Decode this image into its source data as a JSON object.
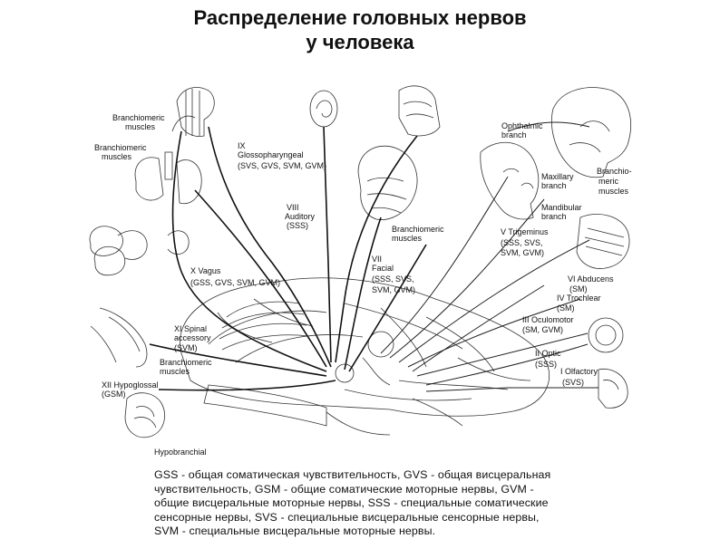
{
  "title": {
    "line1": "Распределение головных нервов",
    "line2": "у человека"
  },
  "labels": {
    "branchiomeric_1": [
      "Branchiomeric",
      "muscles"
    ],
    "branchiomeric_2": [
      "Branchiomeric",
      "muscles"
    ],
    "ix": [
      "IX",
      "Glossopharyngeal",
      "(SVS, GVS, SVM, GVM)"
    ],
    "viii": [
      "VIII",
      "Auditory",
      "(SSS)"
    ],
    "x": [
      "X  Vagus",
      "(GSS, GVS, SVM, GVM)"
    ],
    "xi": [
      "XI Spinal",
      "accessory",
      "(SVM)"
    ],
    "branchiomeric_3": [
      "Branchiomeric",
      "muscles"
    ],
    "xii": [
      "XII Hypoglossal",
      "(GSM)"
    ],
    "hypobranchial": "Hypobranchial",
    "vii": [
      "VII",
      "Facial",
      "(SSS, SVS,",
      "SVM, GVM)"
    ],
    "branchiomeric_4": [
      "Branchiomeric",
      "muscles"
    ],
    "ophthalmic": [
      "Ophthalmic",
      "branch"
    ],
    "maxillary": [
      "Maxillary",
      "branch"
    ],
    "mandibular": [
      "Mandibular",
      "branch"
    ],
    "branchiomeric_5": [
      "Branchio-",
      "meric",
      "muscles"
    ],
    "v": [
      "V Trigeminus",
      "(SSS, SVS,",
      "SVM, GVM)"
    ],
    "vi": [
      "VI Abducens",
      "(SM)"
    ],
    "iv": [
      "IV Trochlear",
      "(SM)"
    ],
    "iii": [
      "III Oculomotor",
      "(SM, GVM)"
    ],
    "ii": [
      "II Optic",
      "(SSS)"
    ],
    "i": [
      "I Olfactory",
      "(SVS)"
    ]
  },
  "legend": [
    "GSS - общая соматическая чувствительность, GVS - общая висцеральная",
    "чувствительность, GSM - общие соматические моторные нервы, GVM -",
    "общие висцеральные моторные нервы, SSS - специальные соматические",
    "сенсорные нервы,  SVS - специальные висцеральные сенсорные нервы,",
    "SVM - специальные висцеральные моторные нервы."
  ]
}
